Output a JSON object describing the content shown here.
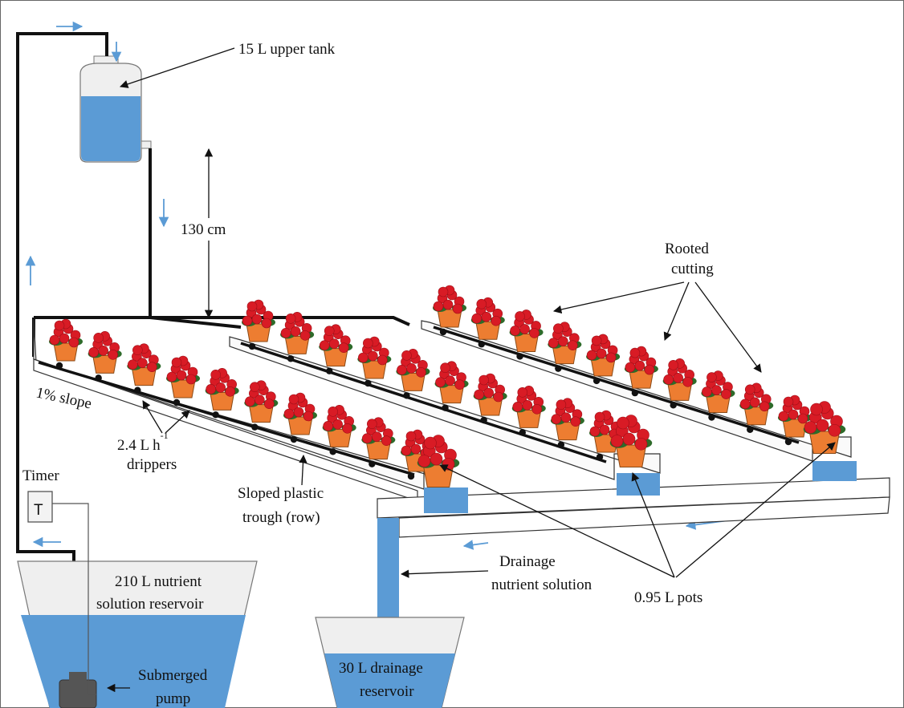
{
  "diagram": {
    "labels": {
      "upper_tank": "15 L upper tank",
      "height": "130 cm",
      "rooted_line1": "Rooted",
      "rooted_line2": "cutting",
      "slope": "1% slope",
      "drippers_prefix": "2.4 L h",
      "drippers_exp": "-1",
      "drippers_line2": "drippers",
      "trough_line1": "Sloped plastic",
      "trough_line2": "trough (row)",
      "timer": "Timer",
      "timer_symbol": "T",
      "drainage_line1": "Drainage",
      "drainage_line2": "nutrient solution",
      "pots": "0.95 L pots",
      "reservoir_line1": "210 L nutrient",
      "reservoir_line2": "solution reservoir",
      "drain_reservoir_line1": "30 L drainage",
      "drain_reservoir_line2": "reservoir",
      "pump_line1": "Submerged",
      "pump_line2": "pump"
    },
    "colors": {
      "water": "#5b9bd5",
      "water_light": "#a9c8e8",
      "pot": "#ed7d31",
      "flower": "#d81b25",
      "leaf": "#2e6b2a",
      "pipe": "#111111",
      "tank_grey": "#efefef"
    },
    "icons": [
      "flow-arrow-icon",
      "flower-pot-icon",
      "timer-icon",
      "pump-icon"
    ]
  }
}
